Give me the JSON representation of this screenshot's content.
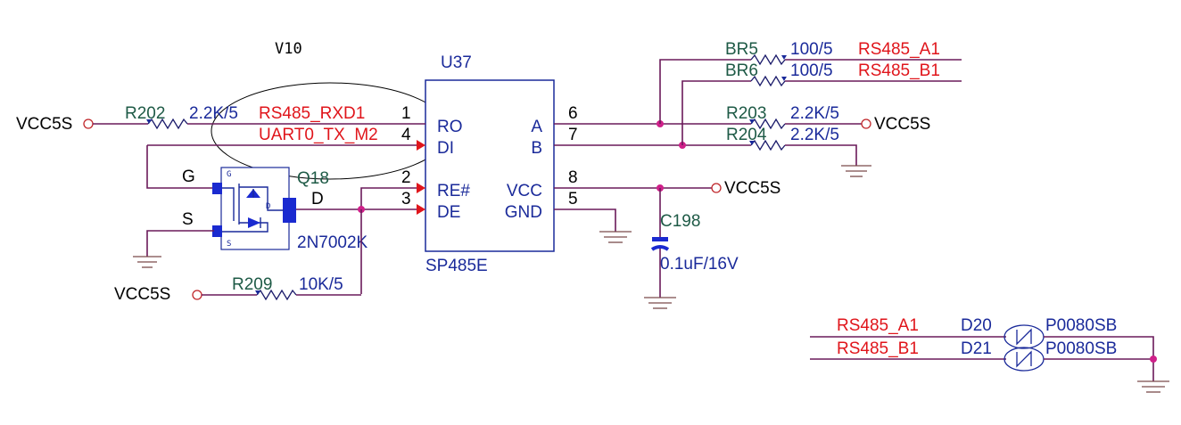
{
  "version_note": "V10",
  "ic": {
    "ref": "U37",
    "part": "SP485E",
    "pins_left": [
      {
        "num": "1",
        "name": "RO",
        "net": "RS485_RXD1"
      },
      {
        "num": "4",
        "name": "DI",
        "net": "UART0_TX_M2"
      },
      {
        "num": "2",
        "name": "RE#"
      },
      {
        "num": "3",
        "name": "DE"
      }
    ],
    "pins_right": [
      {
        "num": "6",
        "name": "A"
      },
      {
        "num": "7",
        "name": "B"
      },
      {
        "num": "8",
        "name": "VCC"
      },
      {
        "num": "5",
        "name": "GND"
      }
    ]
  },
  "resistors": [
    {
      "ref": "R202",
      "value": "2.2K/5"
    },
    {
      "ref": "R209",
      "value": "10K/5"
    },
    {
      "ref": "R203",
      "value": "2.2K/5"
    },
    {
      "ref": "R204",
      "value": "2.2K/5"
    },
    {
      "ref": "BR5",
      "value": "100/5",
      "net": "RS485_A1"
    },
    {
      "ref": "BR6",
      "value": "100/5",
      "net": "RS485_B1"
    }
  ],
  "mosfet": {
    "ref": "Q18",
    "part": "2N7002K",
    "gate": "G",
    "source": "S",
    "drain": "D"
  },
  "capacitor": {
    "ref": "C198",
    "value": "0.1uF/16V"
  },
  "power_ports": {
    "vcc": "VCC5S"
  },
  "diodes": [
    {
      "ref": "D20",
      "net": "RS485_A1",
      "part": "P0080SB"
    },
    {
      "ref": "D21",
      "net": "RS485_B1",
      "part": "P0080SB"
    }
  ],
  "colors": {
    "wire": "#6a1a5a",
    "component": "#1a2a9a",
    "net_label": "#e0151b",
    "ref_label": "#1e5a46",
    "port": "#c0262a",
    "junction": "#d0208a"
  }
}
